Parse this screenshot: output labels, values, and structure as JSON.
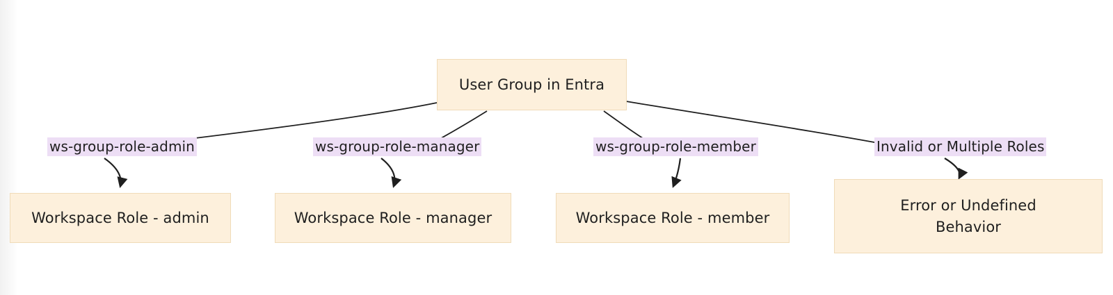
{
  "diagram": {
    "type": "flowchart",
    "direction": "top-down",
    "title_node": "User Group in Entra",
    "theme": {
      "node_fill": "#fdf0dc",
      "node_border": "#f0dbb8",
      "edge_label_fill": "#eddef5",
      "edge_stroke": "#1f1f1f",
      "text_color": "#1f1f1f",
      "background": "#ffffff"
    },
    "nodes": [
      {
        "id": "root",
        "label": "User Group in Entra"
      },
      {
        "id": "admin",
        "label": "Workspace Role - admin"
      },
      {
        "id": "manager",
        "label": "Workspace Role - manager"
      },
      {
        "id": "member",
        "label": "Workspace Role - member"
      },
      {
        "id": "error",
        "label": "Error or Undefined Behavior",
        "line1": "Error or Undefined",
        "line2": "Behavior"
      }
    ],
    "edges": [
      {
        "from": "root",
        "to": "admin",
        "label": "ws-group-role-admin"
      },
      {
        "from": "root",
        "to": "manager",
        "label": "ws-group-role-manager"
      },
      {
        "from": "root",
        "to": "member",
        "label": "ws-group-role-member"
      },
      {
        "from": "root",
        "to": "error",
        "label": "Invalid or Multiple Roles"
      }
    ]
  }
}
